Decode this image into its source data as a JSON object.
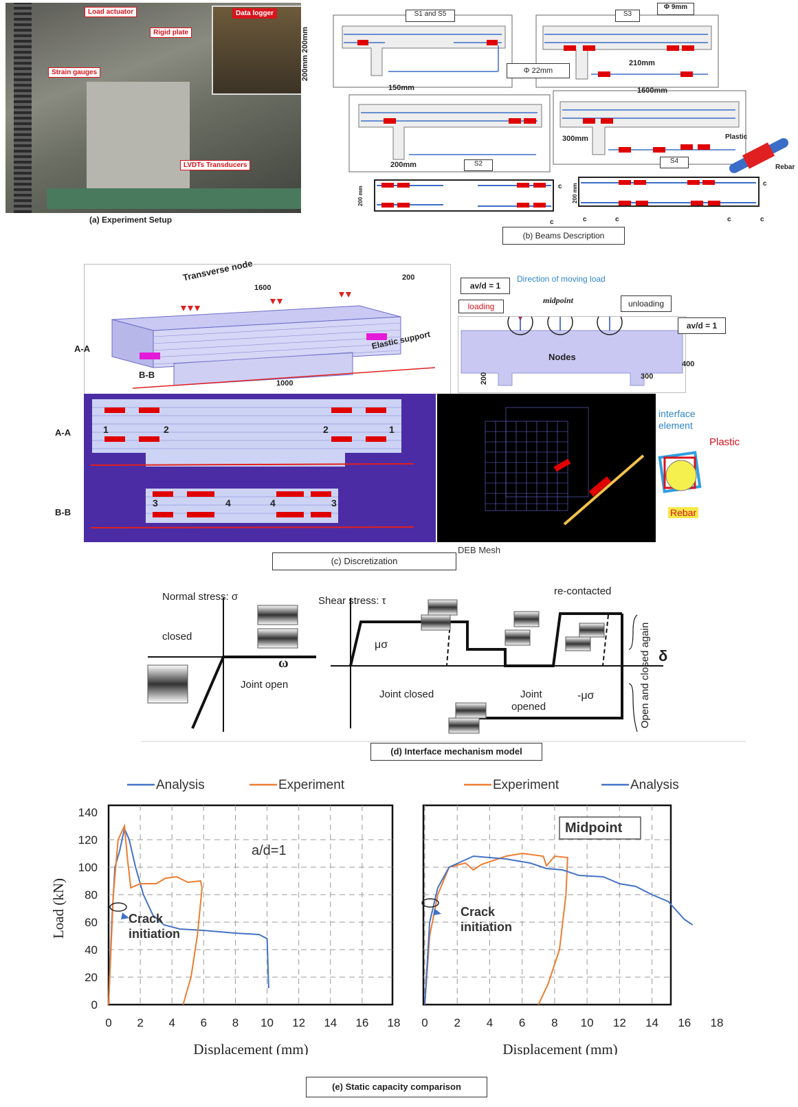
{
  "panel_a": {
    "labels": {
      "load_actuator": "Load actuator",
      "data_logger": "Data logger",
      "rigid_plate": "Rigid plate",
      "strain_gauges": "Strain gauges",
      "lvdts": "LVDTs Transducers"
    },
    "caption": "(a) Experiment Setup"
  },
  "panel_b": {
    "s1s5": "S1 and S5",
    "s3": "S3",
    "s2": "S2",
    "s4": "S4",
    "phi9": "Φ 9mm",
    "phi22": "Φ 22mm",
    "dim_210": "210mm",
    "dim_200_200": "200mm 200mm",
    "dim_150": "150mm",
    "dim_1600": "1600mm",
    "dim_300": "300mm",
    "dim_200": "200mm",
    "plastic": "Plastic",
    "rebar": "Rebar",
    "c": "c",
    "dim_200_small": "200 mm",
    "caption": "(b) Beams Description"
  },
  "panel_c": {
    "transverse_node": "Transverse node",
    "d1600": "1600",
    "d200": "200",
    "d1000": "1000",
    "elastic_support": "Elastic support",
    "aa": "A-A",
    "bb": "B-B",
    "av_d": "av/d = 1",
    "direction": "Direction of moving load",
    "loading": "loading",
    "midpoint": "midpoint",
    "unloading": "unloading",
    "nodes": "Nodes",
    "d400": "400",
    "d300": "300",
    "d200b": "200",
    "n1": "1",
    "n2": "2",
    "n3": "3",
    "n4": "4",
    "interface_element": "interface element",
    "plastic": "Plastic",
    "rebar": "Rebar",
    "deb_mesh": "DEB Mesh",
    "caption": "(c) Discretization"
  },
  "panel_d": {
    "normal_stress": "Normal stress: σ",
    "closed": "closed",
    "omega": "ω",
    "joint_open": "Joint open",
    "shear_stress": "Shear stress: τ",
    "mu_sigma": "μσ",
    "neg_mu_sigma": "-μσ",
    "re_contacted": "re-contacted",
    "delta": "δ",
    "joint_closed": "Joint closed",
    "joint_opened_1": "Joint",
    "joint_opened_2": "opened",
    "open_closed_again": "Open and closed again",
    "caption": "(d) Interface mechanism model"
  },
  "panel_e": {
    "caption": "(e) Static capacity comparison",
    "colors": {
      "analysis": "#4472c4",
      "experiment": "#ed7d31"
    }
  },
  "chart_data": [
    {
      "type": "line",
      "annotation": "a/d=1",
      "note": "Crack initiation",
      "ylabel": "Load (kN)",
      "xlabel": "Displacement (mm)",
      "xlim": [
        0,
        18
      ],
      "ylim": [
        0,
        140
      ],
      "xticks": [
        "0",
        "2",
        "4",
        "6",
        "8",
        "10",
        "12",
        "14",
        "16",
        "18"
      ],
      "yticks": [
        "0",
        "20",
        "40",
        "60",
        "80",
        "100",
        "120",
        "140"
      ],
      "legend": [
        "Analysis",
        "Experiment"
      ],
      "series": [
        {
          "name": "Analysis",
          "color": "#4472c4",
          "points": [
            [
              0,
              0
            ],
            [
              0.2,
              60
            ],
            [
              0.4,
              100
            ],
            [
              0.7,
              112
            ],
            [
              1.0,
              128
            ],
            [
              1.3,
              120
            ],
            [
              1.7,
              100
            ],
            [
              2.2,
              80
            ],
            [
              2.8,
              65
            ],
            [
              3.5,
              58
            ],
            [
              4.5,
              55
            ],
            [
              6,
              54
            ],
            [
              8,
              52
            ],
            [
              9.5,
              51
            ],
            [
              10.0,
              48
            ],
            [
              10.1,
              12
            ]
          ]
        },
        {
          "name": "Experiment",
          "color": "#ed7d31",
          "points": [
            [
              0,
              0
            ],
            [
              0.3,
              80
            ],
            [
              0.6,
              120
            ],
            [
              1.0,
              130
            ],
            [
              1.2,
              105
            ],
            [
              1.4,
              85
            ],
            [
              2,
              88
            ],
            [
              3,
              88
            ],
            [
              3.6,
              92
            ],
            [
              4.3,
              93
            ],
            [
              5,
              89
            ],
            [
              5.8,
              90
            ],
            [
              5.9,
              85
            ],
            [
              5.6,
              50
            ],
            [
              5.2,
              20
            ],
            [
              4.7,
              0
            ]
          ]
        }
      ]
    },
    {
      "type": "line",
      "annotation": "Midpoint",
      "note": "Crack initiation",
      "ylabel": "",
      "xlabel": "Displacement (mm)",
      "xlim": [
        0,
        18
      ],
      "ylim": [
        0,
        140
      ],
      "xticks": [
        "0",
        "2",
        "4",
        "6",
        "8",
        "10",
        "12",
        "14",
        "16",
        "18"
      ],
      "legend": [
        "Experiment",
        "Analysis"
      ],
      "series": [
        {
          "name": "Experiment",
          "color": "#ed7d31",
          "points": [
            [
              0,
              0
            ],
            [
              0.3,
              50
            ],
            [
              0.8,
              80
            ],
            [
              1.5,
              100
            ],
            [
              2.5,
              103
            ],
            [
              3,
              98
            ],
            [
              3.5,
              102
            ],
            [
              5,
              108
            ],
            [
              6,
              110
            ],
            [
              7.3,
              108
            ],
            [
              7.5,
              101
            ],
            [
              8,
              108
            ],
            [
              8.8,
              107
            ],
            [
              8.7,
              80
            ],
            [
              8.3,
              40
            ],
            [
              7.6,
              15
            ],
            [
              7,
              0
            ]
          ]
        },
        {
          "name": "Analysis",
          "color": "#4472c4",
          "points": [
            [
              0,
              0
            ],
            [
              0.3,
              60
            ],
            [
              0.8,
              85
            ],
            [
              1.5,
              100
            ],
            [
              3,
              108
            ],
            [
              5,
              106
            ],
            [
              6.5,
              103
            ],
            [
              7.5,
              99
            ],
            [
              8.5,
              98
            ],
            [
              9.5,
              94
            ],
            [
              11,
              93
            ],
            [
              12,
              88
            ],
            [
              13,
              86
            ],
            [
              14,
              80
            ],
            [
              15,
              75
            ],
            [
              16,
              62
            ],
            [
              16.5,
              58
            ]
          ]
        }
      ]
    }
  ]
}
